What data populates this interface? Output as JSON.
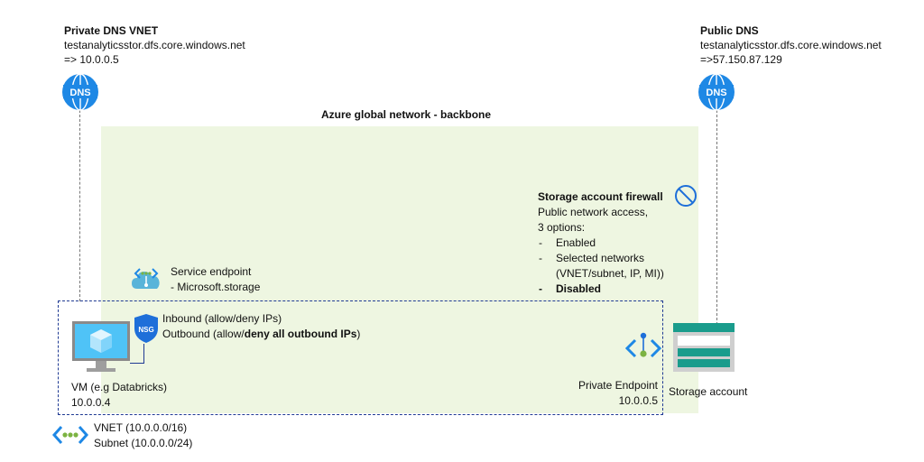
{
  "backbone": {
    "title": "Azure global network - backbone"
  },
  "private_dns": {
    "title": "Private DNS VNET",
    "host": "testanalyticsstor.dfs.core.windows.net",
    "resolves": "=> 10.0.0.5",
    "icon_label": "DNS"
  },
  "public_dns": {
    "title": "Public DNS",
    "host": "testanalyticsstor.dfs.core.windows.net",
    "resolves": "=>57.150.87.129",
    "icon_label": "DNS"
  },
  "firewall": {
    "title": "Storage account firewall",
    "line1": "Public network access,",
    "line2": "3 options:",
    "options": [
      {
        "text": "Enabled",
        "bold": false
      },
      {
        "text": "Selected networks (VNET/subnet, IP, MI))",
        "bold": false
      },
      {
        "text": "Disabled",
        "bold": true
      }
    ],
    "icon": "blocked-icon"
  },
  "service_endpoint": {
    "line1": "Service endpoint",
    "line2": "- Microsoft.storage"
  },
  "nsg": {
    "icon_label": "NSG",
    "inbound": "Inbound (allow/deny IPs)",
    "outbound_prefix": "Outbound (allow/",
    "outbound_bold": "deny all outbound IPs",
    "outbound_suffix": ")"
  },
  "vm": {
    "label": "VM (e.g Databricks)",
    "ip": "10.0.0.4"
  },
  "private_endpoint": {
    "label": "Private Endpoint",
    "ip": "10.0.0.5"
  },
  "storage": {
    "label": "Storage account"
  },
  "vnet": {
    "line1": "VNET (10.0.0.0/16)",
    "line2": "Subnet (10.0.0.0/24)"
  },
  "colors": {
    "backbone": "#eef6e1",
    "vnet_border": "#1f3a93",
    "azure_blue": "#1e88e5",
    "green": "#7cb342",
    "storage_teal": "#1a9c8c"
  }
}
